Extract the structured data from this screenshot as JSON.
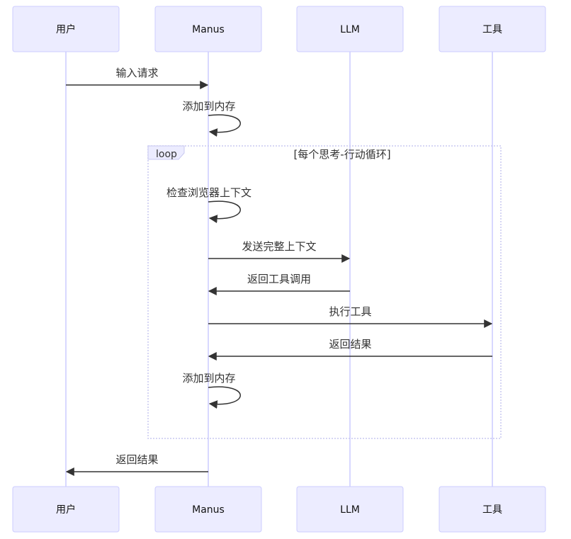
{
  "participants": [
    "用户",
    "Manus",
    "LLM",
    "工具"
  ],
  "messages": [
    {
      "from": 0,
      "to": 1,
      "text": "输入请求"
    },
    {
      "from": 1,
      "to": 1,
      "text": "添加到内存"
    },
    {
      "from": 1,
      "to": 1,
      "text": "检查浏览器上下文"
    },
    {
      "from": 1,
      "to": 2,
      "text": "发送完整上下文"
    },
    {
      "from": 2,
      "to": 1,
      "text": "返回工具调用"
    },
    {
      "from": 1,
      "to": 3,
      "text": "执行工具"
    },
    {
      "from": 3,
      "to": 1,
      "text": "返回结果"
    },
    {
      "from": 1,
      "to": 1,
      "text": "添加到内存"
    },
    {
      "from": 1,
      "to": 0,
      "text": "返回结果"
    }
  ],
  "loop": {
    "label": "loop",
    "condition": "[每个思考-行动循环]",
    "first_message": 2,
    "last_message": 7
  },
  "colors": {
    "actor_fill": "#ECECFF",
    "actor_stroke": "#CCCCFF",
    "lifeline": "#CCCCFF",
    "message": "#333333",
    "loop_border": "#C8C8F0"
  }
}
